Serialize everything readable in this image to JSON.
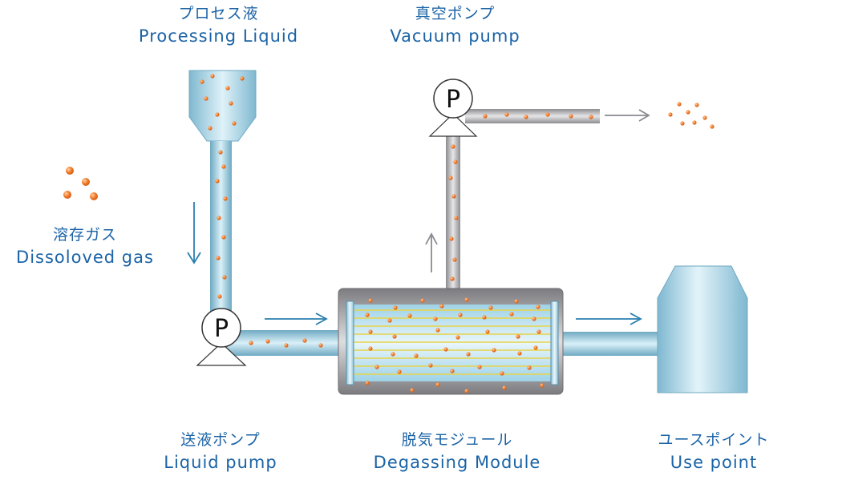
{
  "labels": {
    "process_liquid": {
      "jp": "プロセス液",
      "en": "Processing Liquid"
    },
    "vacuum_pump": {
      "jp": "真空ポンプ",
      "en": "Vacuum pump"
    },
    "dissolved_gas": {
      "jp": "溶存ガス",
      "en": "Dissoloved gas"
    },
    "liquid_pump": {
      "jp": "送液ポンプ",
      "en": "Liquid pump"
    },
    "degassing_module": {
      "jp": "脱気モジュール",
      "en": "Degassing Module"
    },
    "use_point": {
      "jp": "ユースポイント",
      "en": "Use point"
    }
  },
  "pump_symbol": "P",
  "colors": {
    "label_text": "#1b63a6",
    "pipe": "#9fd2e6",
    "pipe_edge": "#6fa9c2",
    "gas_pipe": "#a9a9ab",
    "module_housing": "#8a8a8e",
    "fiber": "#e8d34a",
    "bubble": "#f07a2a",
    "liquid_arrow": "#2a7fb0",
    "gas_arrow": "#8a8a90"
  }
}
